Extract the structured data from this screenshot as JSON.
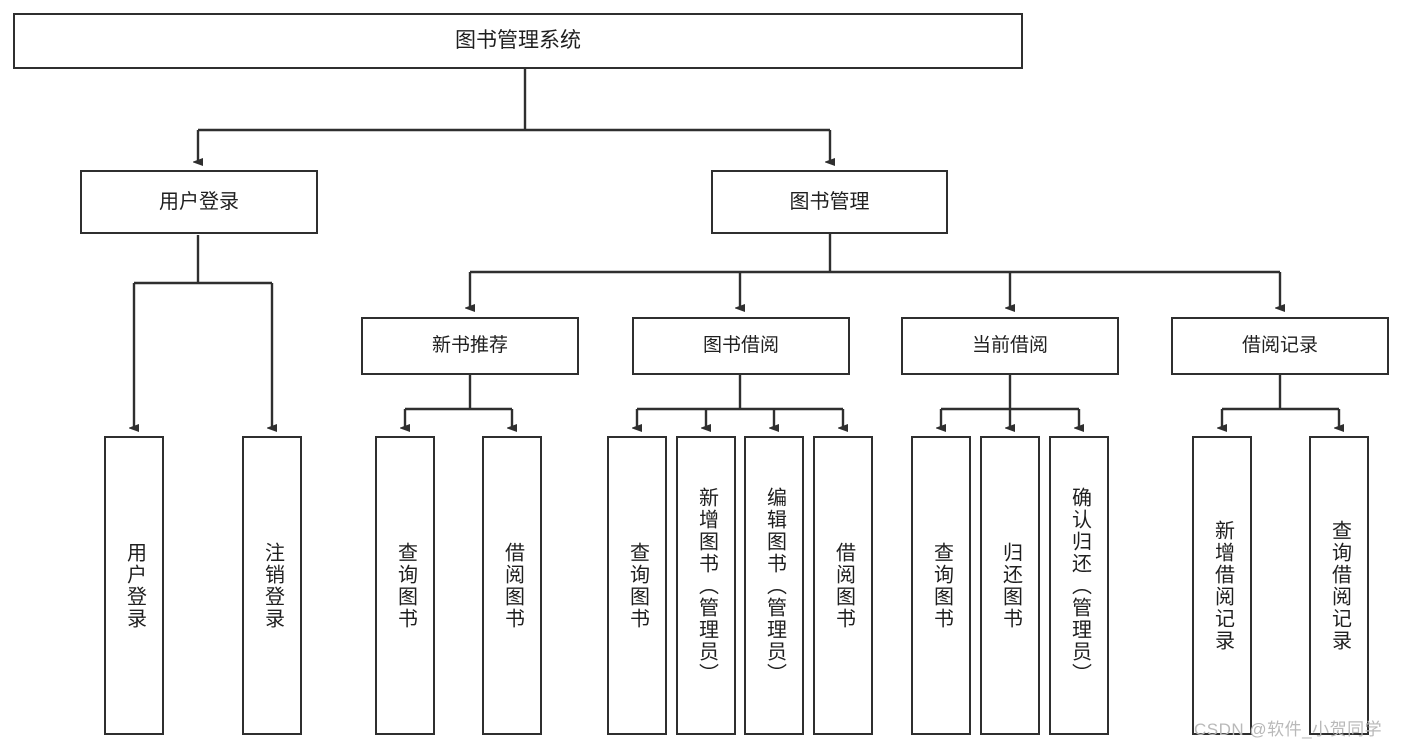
{
  "diagram": {
    "title": "图书管理系统",
    "type": "tree-hierarchy",
    "root": {
      "label": "图书管理系统"
    },
    "level2": [
      {
        "label": "用户登录"
      },
      {
        "label": "图书管理"
      }
    ],
    "level3": [
      {
        "label": "新书推荐"
      },
      {
        "label": "图书借阅"
      },
      {
        "label": "当前借阅"
      },
      {
        "label": "借阅记录"
      }
    ],
    "leaves": {
      "user_login": [
        {
          "label": "用户登录"
        },
        {
          "label": "注销登录"
        }
      ],
      "new_book_recommend": [
        {
          "label": "查询图书"
        },
        {
          "label": "借阅图书"
        }
      ],
      "book_borrow": [
        {
          "label": "查询图书"
        },
        {
          "label": "新增图书（管理员）"
        },
        {
          "label": "编辑图书（管理员）"
        },
        {
          "label": "借阅图书"
        }
      ],
      "current_borrow": [
        {
          "label": "查询图书"
        },
        {
          "label": "归还图书"
        },
        {
          "label": "确认归还（管理员）"
        }
      ],
      "borrow_record": [
        {
          "label": "新增借阅记录"
        },
        {
          "label": "查询借阅记录"
        }
      ]
    }
  },
  "watermark": {
    "text": "CSDN @软件_小贺同学"
  },
  "colors": {
    "border": "#2f2f2f",
    "background": "#ffffff",
    "text": "#1f1f1f",
    "watermark": "#b9b9b9"
  }
}
